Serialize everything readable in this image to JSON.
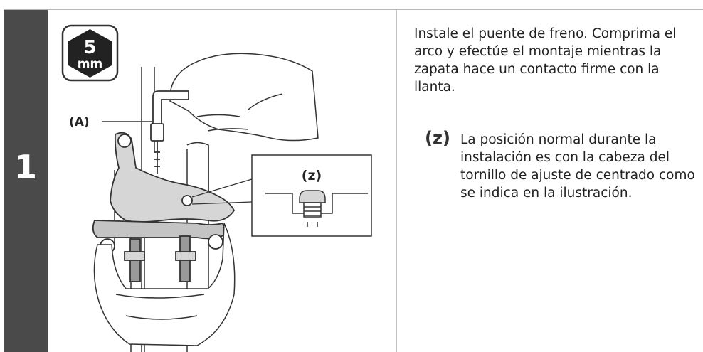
{
  "step": {
    "number": "1"
  },
  "tool_badge": {
    "size": "5",
    "unit": "mm"
  },
  "labels": {
    "a": "(A)",
    "z": "(z)"
  },
  "instructions": {
    "main": "Instale el puente de freno. Comprima el arco y efectúe el montaje mientras la zapata hace un contacto firme con la llanta.",
    "note_label": "(z)",
    "note_text": "La posición normal durante la instalación es con la cabeza del tornillo de ajuste de centrado como se indica en la ilustración."
  }
}
